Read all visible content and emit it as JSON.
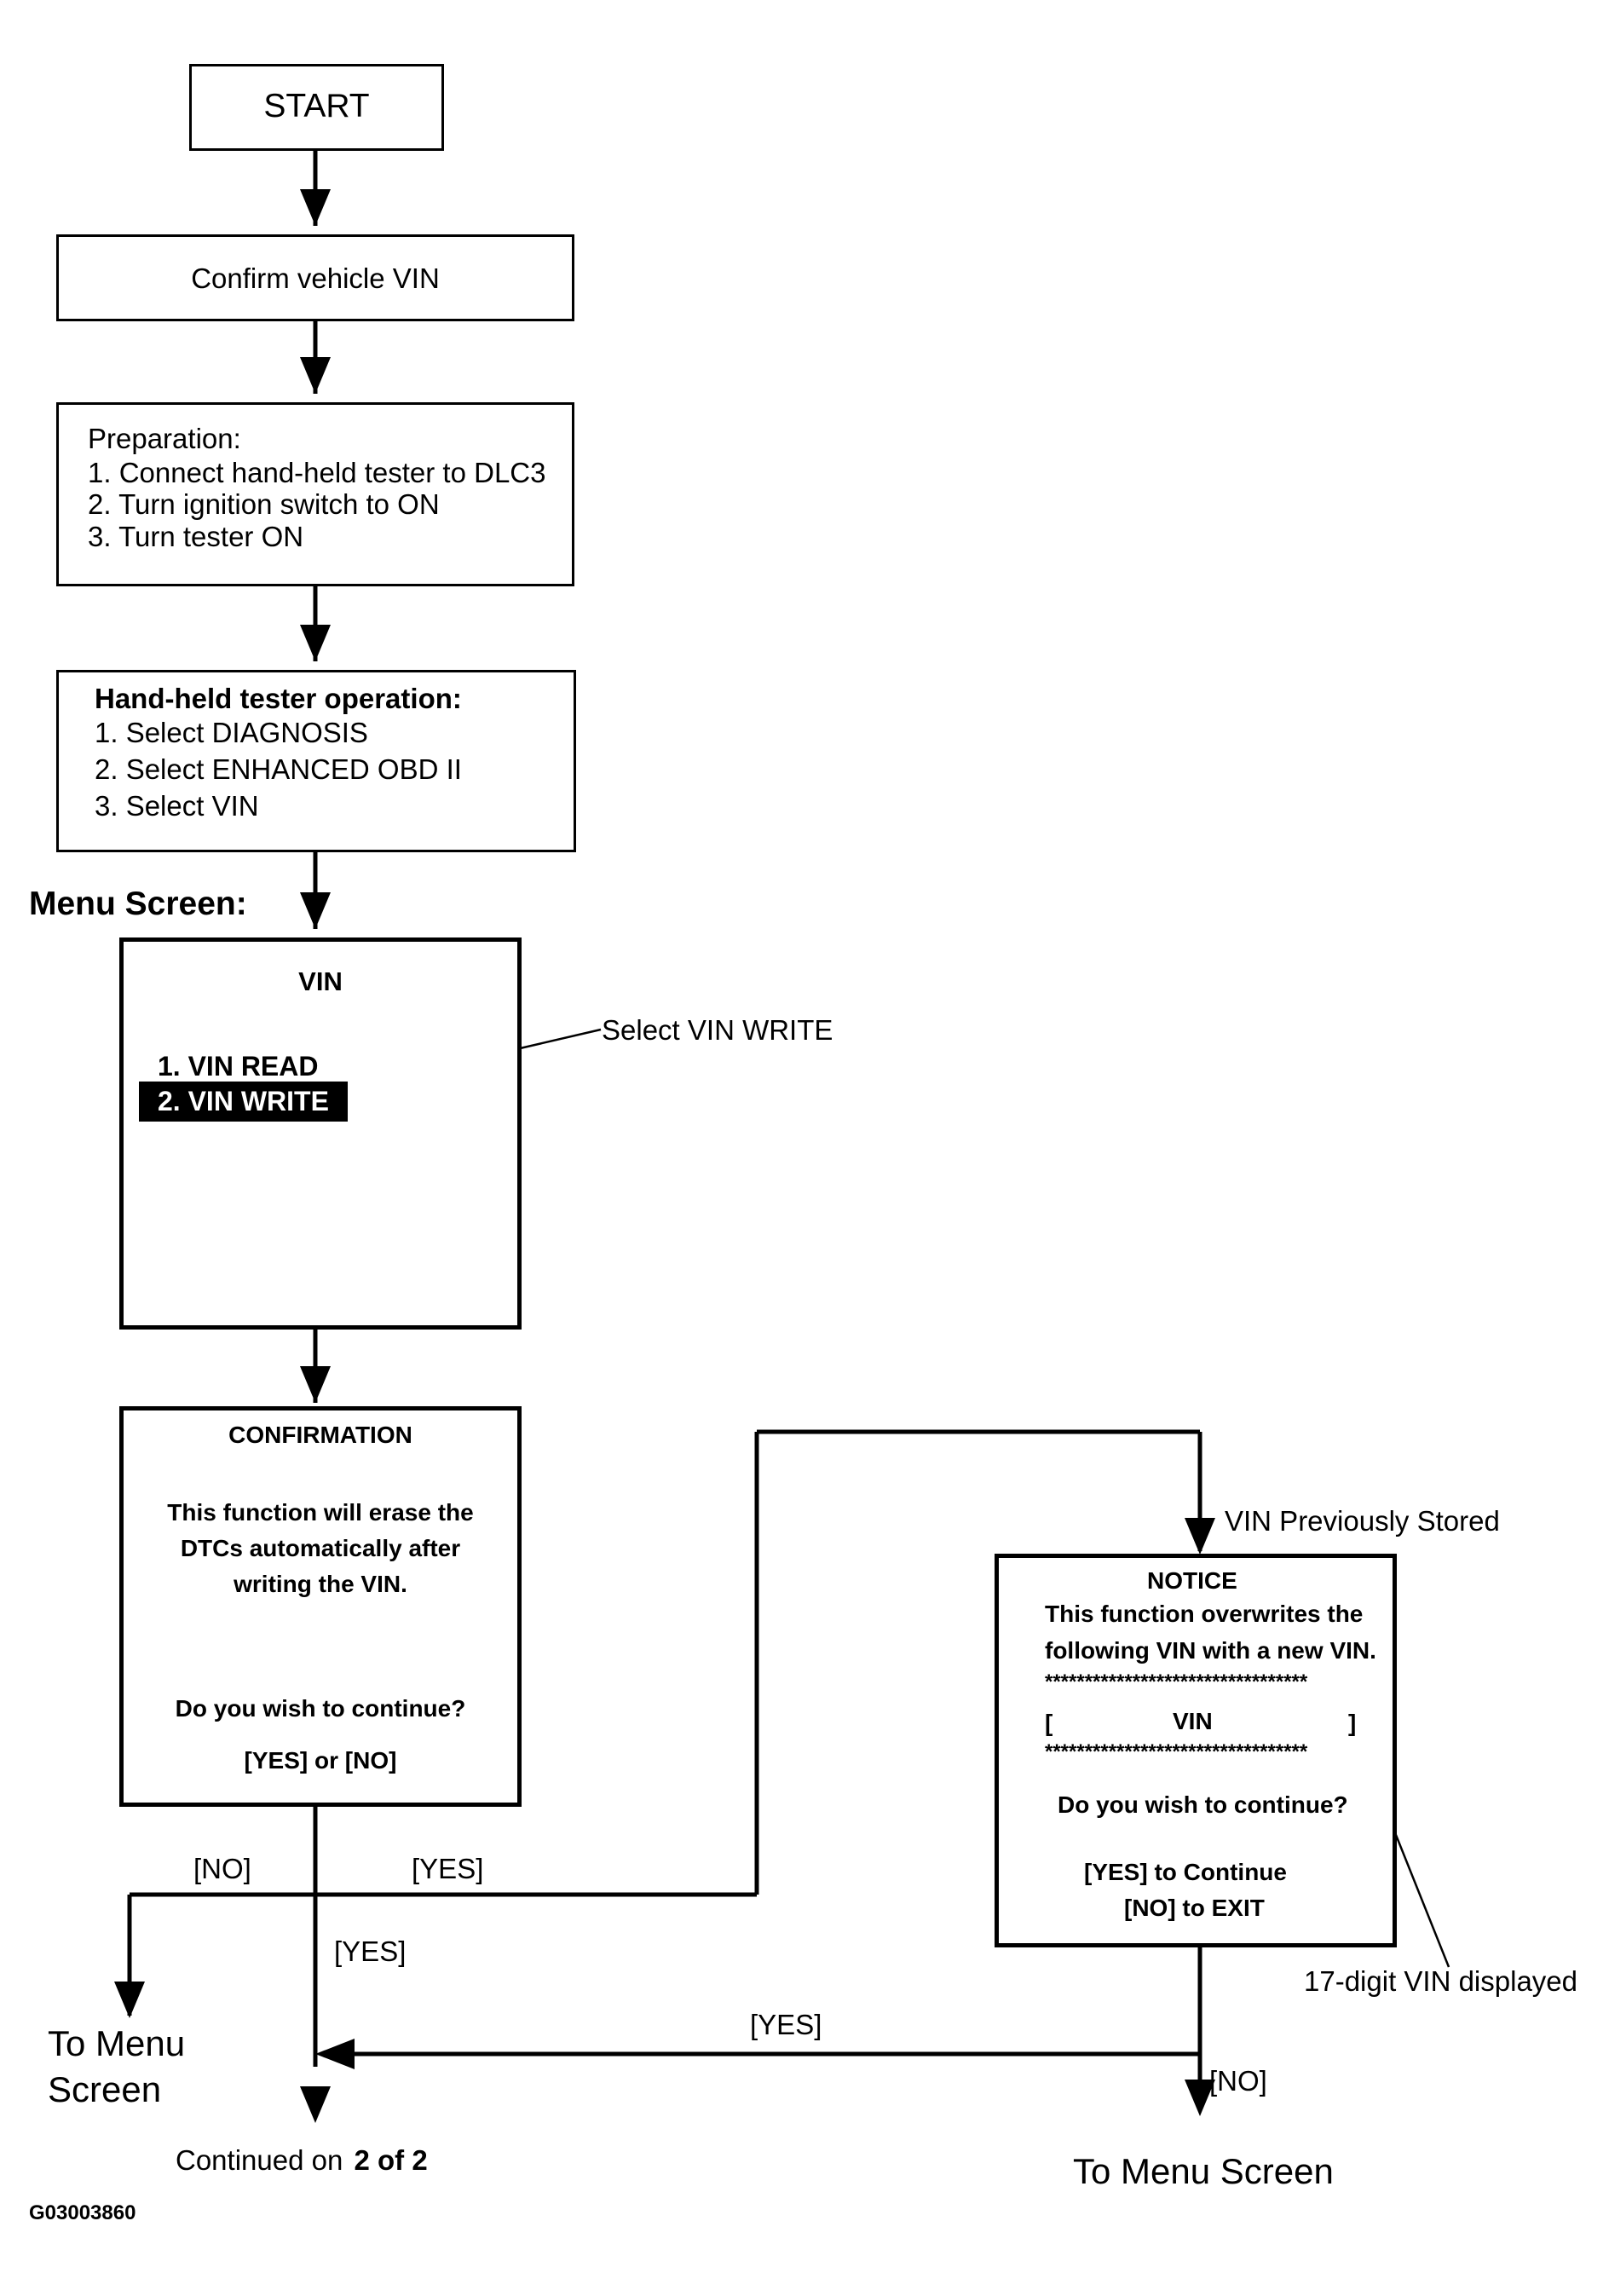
{
  "start": "START",
  "step_confirm_vin": "Confirm vehicle VIN",
  "preparation": {
    "title": "Preparation:",
    "items": [
      "1. Connect hand-held tester to DLC3",
      "2. Turn ignition switch to ON",
      "3. Turn tester ON"
    ]
  },
  "tester_operation": {
    "title": "Hand-held tester operation:",
    "items": [
      "1. Select DIAGNOSIS",
      "2. Select ENHANCED OBD II",
      "3. Select VIN"
    ]
  },
  "menu_screen": {
    "heading": "Menu Screen:",
    "title": "VIN",
    "items": [
      "1. VIN READ",
      "2. VIN WRITE"
    ],
    "callout": "Select VIN WRITE"
  },
  "confirmation": {
    "title": "CONFIRMATION",
    "lines": [
      "This function will erase the",
      "DTCs automatically after",
      "writing the VIN."
    ],
    "question": "Do you wish to continue?",
    "options": "[YES] or [NO]"
  },
  "notice": {
    "label": "VIN Previously Stored",
    "title": "NOTICE",
    "lines": [
      "This function overwrites the",
      "following VIN with a new VIN."
    ],
    "stars": "*********************************",
    "bracket_open": "[",
    "vin": "VIN",
    "bracket_close": "]",
    "question": "Do you wish to continue?",
    "continue_yes": "[YES] to Continue",
    "continue_no": "[NO] to EXIT",
    "callout": "17-digit VIN displayed"
  },
  "branches": {
    "no": "[NO]",
    "yes": "[YES]",
    "yes_down": "[YES]",
    "yes_back": "[YES]",
    "no_down": "[NO]"
  },
  "to_menu_left": [
    "To Menu",
    "Screen"
  ],
  "to_menu_right": "To Menu Screen",
  "continued": {
    "prefix": "Continued on",
    "page": "2 of 2"
  },
  "figure_code": "G03003860"
}
